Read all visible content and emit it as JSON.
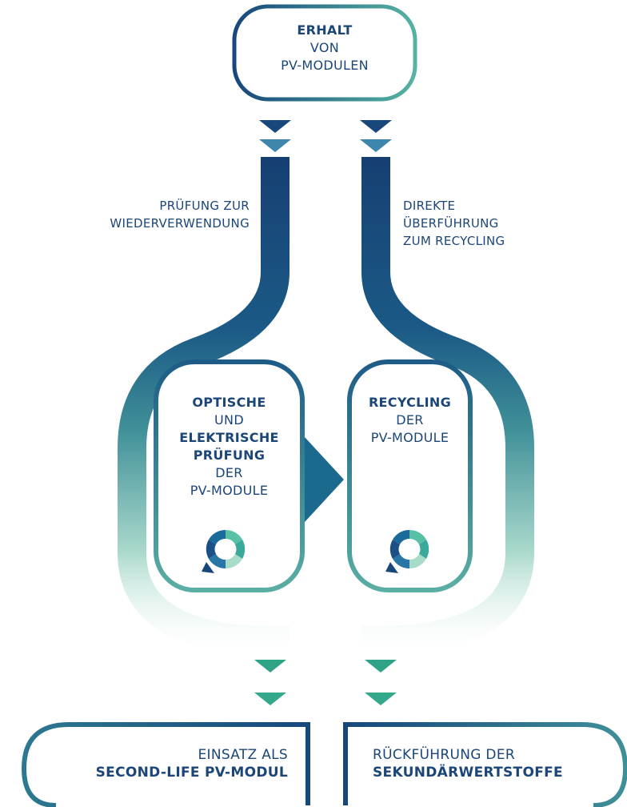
{
  "top_box": {
    "line1": "ERHALT",
    "line2": "VON",
    "line3": "PV-MODULEN"
  },
  "left_path_label": {
    "line1": "PRÜFUNG ZUR",
    "line2": "WIEDERVERWENDUNG"
  },
  "right_path_label": {
    "line1": "DIREKTE",
    "line2": "ÜBERFÜHRUNG",
    "line3": "ZUM RECYCLING"
  },
  "test_box": {
    "line1": "OPTISCHE",
    "line2": "UND",
    "line3": "ELEKTRISCHE",
    "line4": "PRÜFUNG",
    "line5": "DER",
    "line6": "PV-MODULE",
    "icon": "cycle-icon"
  },
  "recycling_box": {
    "line1": "RECYCLING",
    "line2": "DER",
    "line3": "PV-MODULE",
    "icon": "cycle-icon"
  },
  "bottom_left_box": {
    "line1": "EINSATZ ALS",
    "line2": "SECOND-LIFE PV-MODUL"
  },
  "bottom_right_box": {
    "line1": "RÜCKFÜHRUNG DER",
    "line2": "SEKUNDÄRWERTSTOFFE"
  },
  "colors": {
    "navy": "#16457a",
    "teal": "#4a9f98",
    "mint": "#3fb99a",
    "light": "#e4f3ef"
  }
}
